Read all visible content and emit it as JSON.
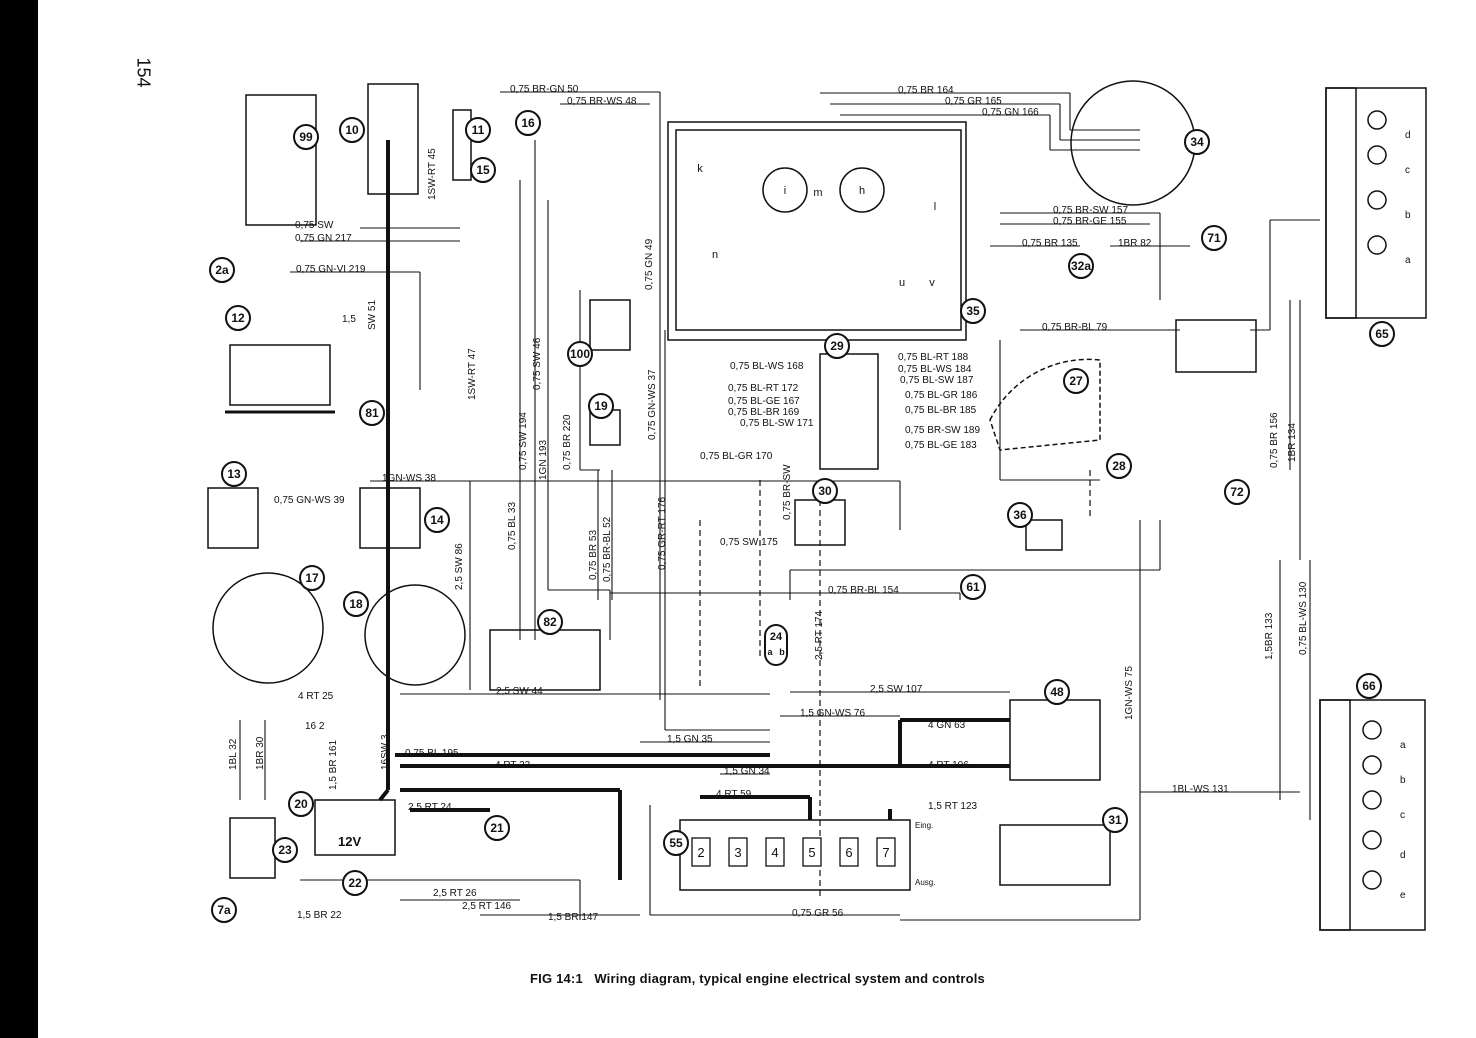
{
  "page": {
    "number": "154",
    "caption": "FIG 14:1   Wiring diagram, typical engine electrical system and controls"
  },
  "diagram": {
    "components": [
      "99",
      "10",
      "11",
      "16",
      "15",
      "34",
      "2a",
      "71",
      "32a",
      "12",
      "100",
      "35",
      "65",
      "81",
      "29",
      "27",
      "19",
      "13",
      "14",
      "28",
      "72",
      "30",
      "36",
      "17",
      "18",
      "61",
      "82",
      "48",
      "66",
      "20",
      "21",
      "31",
      "55",
      "23",
      "22",
      "7a"
    ],
    "connector_24": {
      "top": "24",
      "a": "a",
      "b": "b"
    },
    "battery_label": "12V",
    "fuse_box": {
      "fuses": [
        "2",
        "3",
        "4",
        "5",
        "6",
        "7"
      ],
      "in_label": "Eing.",
      "out_label": "Ausg."
    },
    "lamp_letters_65": [
      "d",
      "c",
      "b",
      "a"
    ],
    "lamp_letters_66": [
      "a",
      "b",
      "c",
      "d",
      "e"
    ],
    "gauge_labels": [
      "i",
      "h",
      "m",
      "k",
      "l",
      "n",
      "u",
      "v"
    ],
    "wire_labels": [
      "0,75 BR-GN 50",
      "0,75 BR-WS 48",
      "0,75 BR 164",
      "0,75 GR 165",
      "0,75 GN 166",
      "0,75 BR-SW 157",
      "0,75 BR-GE 155",
      "0,75 BR 135",
      "1BR 82",
      "0,75 BR-BL 79",
      "0,75 SW",
      "0,75 GN 217",
      "0,75 GN-VI 219",
      "1,5",
      "0,75 BL-WS 168",
      "0,75 BL-RT 172",
      "0,75 BL-GE 167",
      "0,75 BL-BR 169",
      "0,75 BL-SW 171",
      "0,75 BL-GR 170",
      "0,75 BL-RT 188",
      "0,75 BL-WS 184",
      "0,75 BL-SW 187",
      "0,75 BL-GR 186",
      "0,75 BL-BR 185",
      "0,75 BR-SW 189",
      "0,75 BL-GE 183",
      "1GN-WS 38",
      "0,75 GN-WS 39",
      "0,75 SW 175",
      "0,75 BR-BL 154",
      "2,5 SW 44",
      "2,5 SW 107",
      "1,5 GN-WS 76",
      "4 GN 63",
      "1,5 GN 35",
      "1,5 GN 34",
      "0,75 BL 195",
      "4 RT 23",
      "4 RT 106",
      "4 RT 25",
      "4 RT 59",
      "1,5 RT 123",
      "2,5 RT 24",
      "2,5 RT 26",
      "2,5 RT 146",
      "1,5 BR 147",
      "1,5 BR 22",
      "0,75 GR 56",
      "1BL-WS 131",
      "16 2",
      "1SW-RT 45",
      "SW 51",
      "1SW-RT 47",
      "0,75 SW 194",
      "0,75 SW 46",
      "1GN 193",
      "0,75 BL 33",
      "0,75 BR 220",
      "0,75 GN 49",
      "0,75 GN-WS 37",
      "0,75 BR 53",
      "0,75 BR-BL 52",
      "0,75 GR-RT 176",
      "2,5 SW 86",
      "2,5 RT 174",
      "0,75 BR-SW",
      "1GN-WS 75",
      "0,75 BR 156",
      "1BR 134",
      "1,5BR 133",
      "0,75 BL-WS 130",
      "16SW 3",
      "1BL 32",
      "1BR 30",
      "1,5 BR 161"
    ]
  }
}
